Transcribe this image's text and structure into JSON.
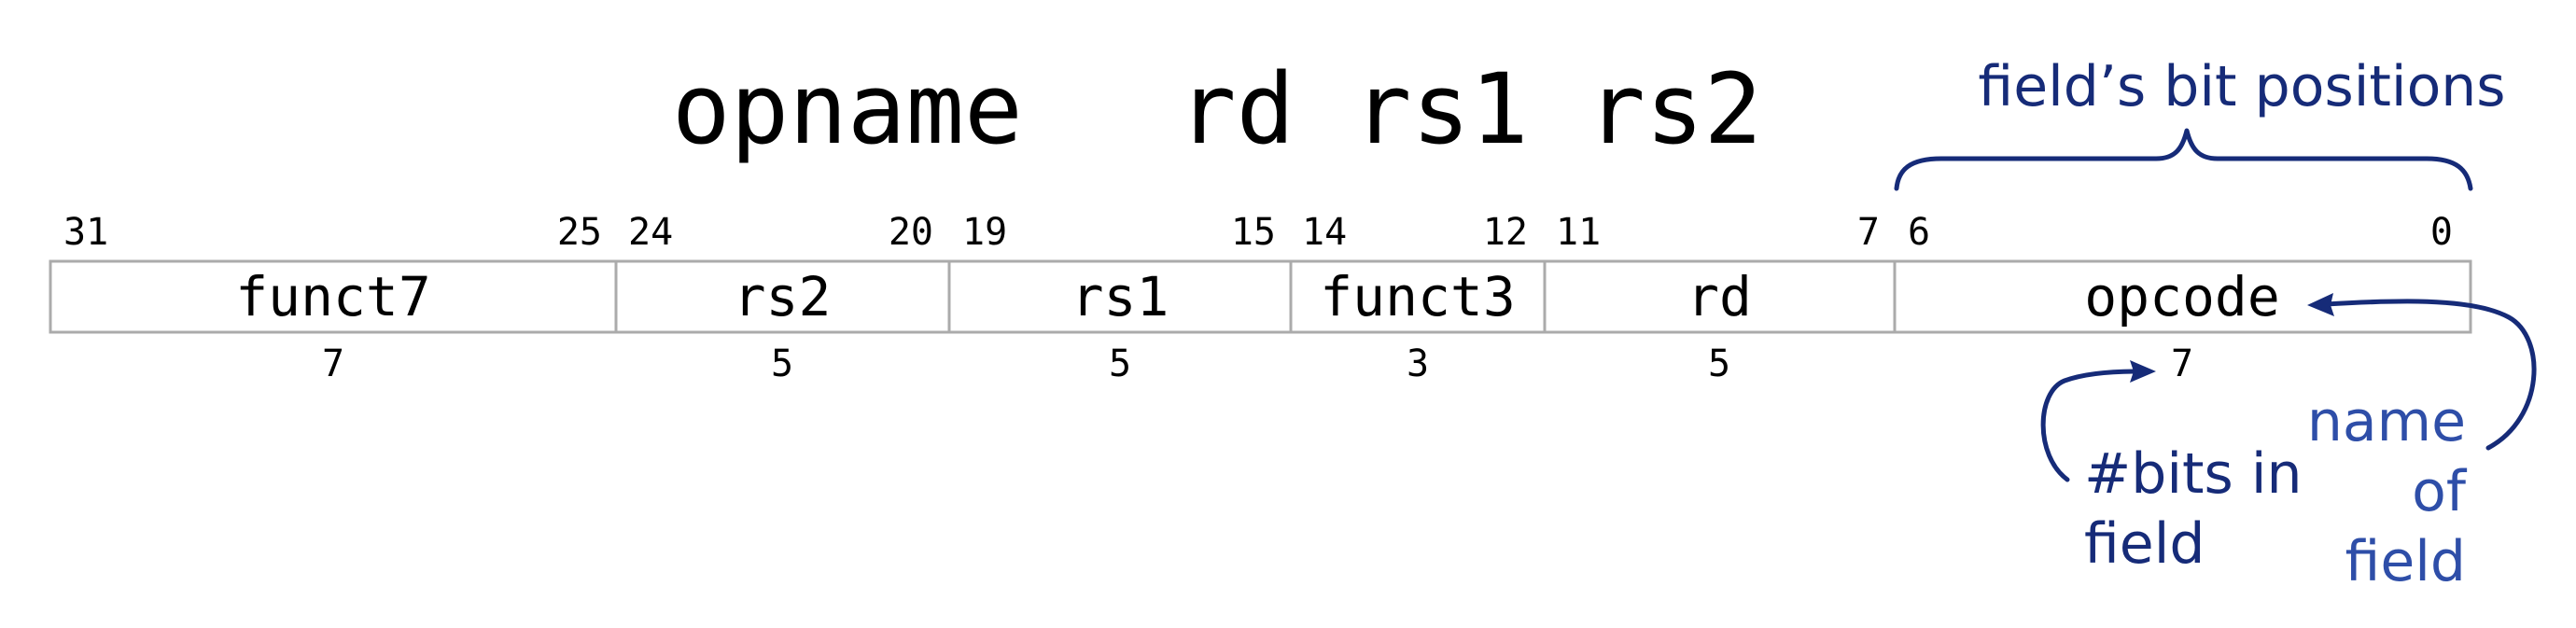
{
  "instruction": {
    "heading": {
      "opname": "opname",
      "operands": "rd rs1 rs2"
    },
    "fields": [
      {
        "name": "funct7",
        "hi": "31",
        "lo": "25",
        "width": "7"
      },
      {
        "name": "rs2",
        "hi": "24",
        "lo": "20",
        "width": "5"
      },
      {
        "name": "rs1",
        "hi": "19",
        "lo": "15",
        "width": "5"
      },
      {
        "name": "funct3",
        "hi": "14",
        "lo": "12",
        "width": "3"
      },
      {
        "name": "rd",
        "hi": "11",
        "lo": "7",
        "width": "5"
      },
      {
        "name": "opcode",
        "hi": "6",
        "lo": "0",
        "width": "7"
      }
    ]
  },
  "annotations": {
    "bit_positions": "field’s bit positions",
    "bits_in_field_line1": "#bits in",
    "bits_in_field_line2": "field",
    "name_of_field_line1": "name",
    "name_of_field_line2": "of",
    "name_of_field_line3": "field"
  },
  "colors": {
    "annotation_dark": "#162b78",
    "annotation_blue": "#2e4ea8",
    "box_border": "#ababab"
  }
}
